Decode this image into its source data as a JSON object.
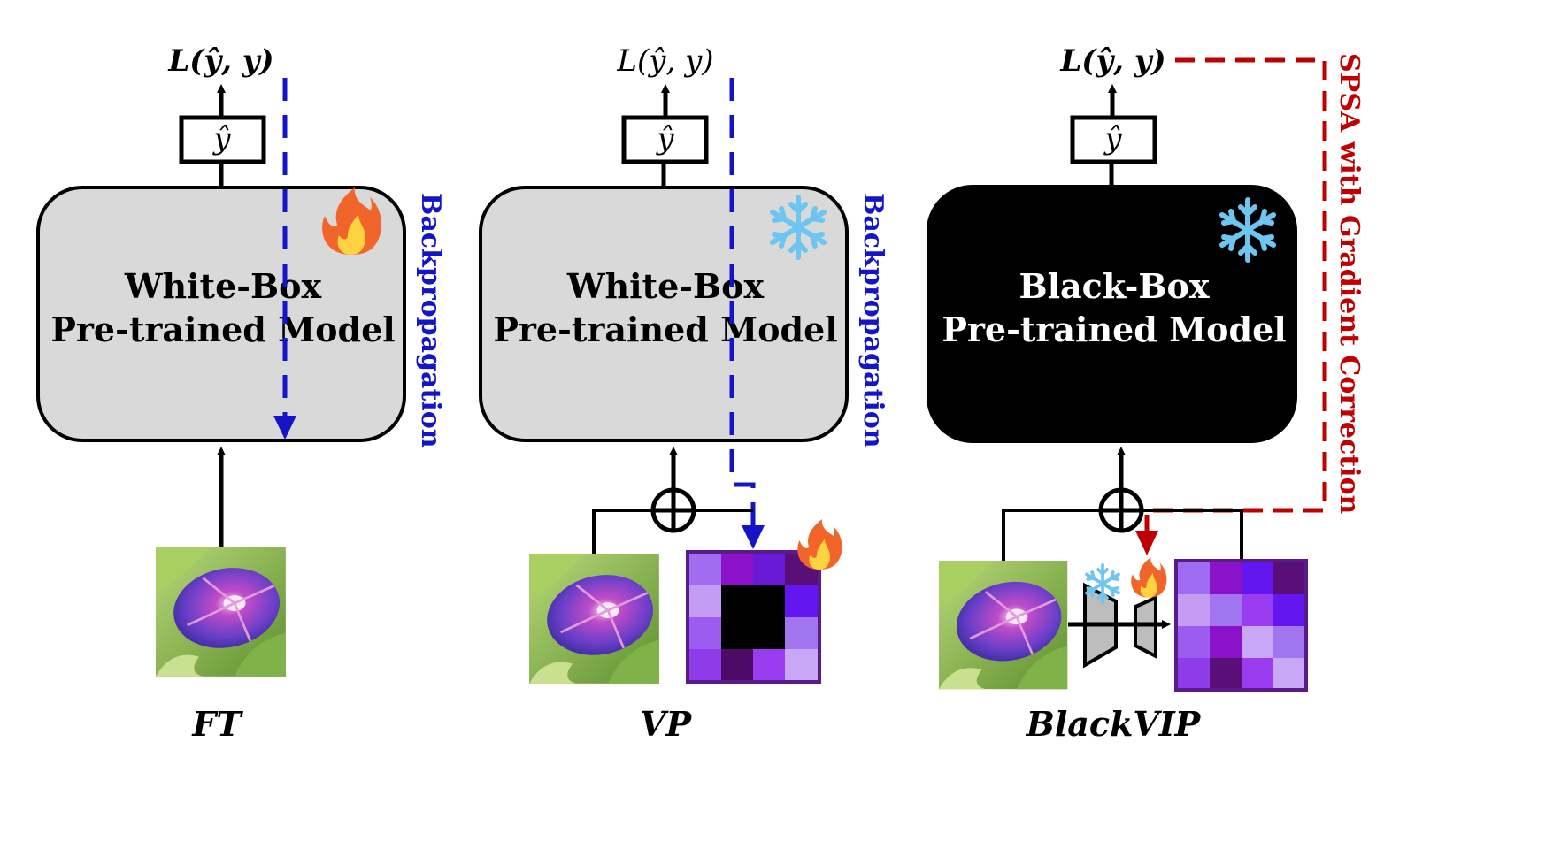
{
  "colors": {
    "white_box_fill": "#d9d9d9",
    "black_box_fill": "#000000",
    "backprop": "#1414c8",
    "spsa": "#c00000",
    "snowflake": "#6ec6f0",
    "fire_outer": "#f2652a",
    "fire_inner": "#ffd23f"
  },
  "panels": [
    {
      "loss_label": "L(ŷ, y)",
      "output_label": "ŷ",
      "box_line1": "White-Box",
      "box_line2": "Pre-trained Model",
      "side_label": "Backpropagation",
      "caption": "FT",
      "status_icon": "fire-icon"
    },
    {
      "loss_label": "L(ŷ, y)",
      "output_label": "ŷ",
      "box_line1": "White-Box",
      "box_line2": "Pre-trained Model",
      "side_label": "Backpropagation",
      "caption": "VP",
      "status_icon": "snowflake-icon"
    },
    {
      "loss_label": "L(ŷ, y)",
      "output_label": "ŷ",
      "box_line1": "Black-Box",
      "box_line2": "Pre-trained Model",
      "side_label": "SPSA with Gradient Correction",
      "caption": "BlackVIP",
      "status_icon": "snowflake-icon"
    }
  ]
}
